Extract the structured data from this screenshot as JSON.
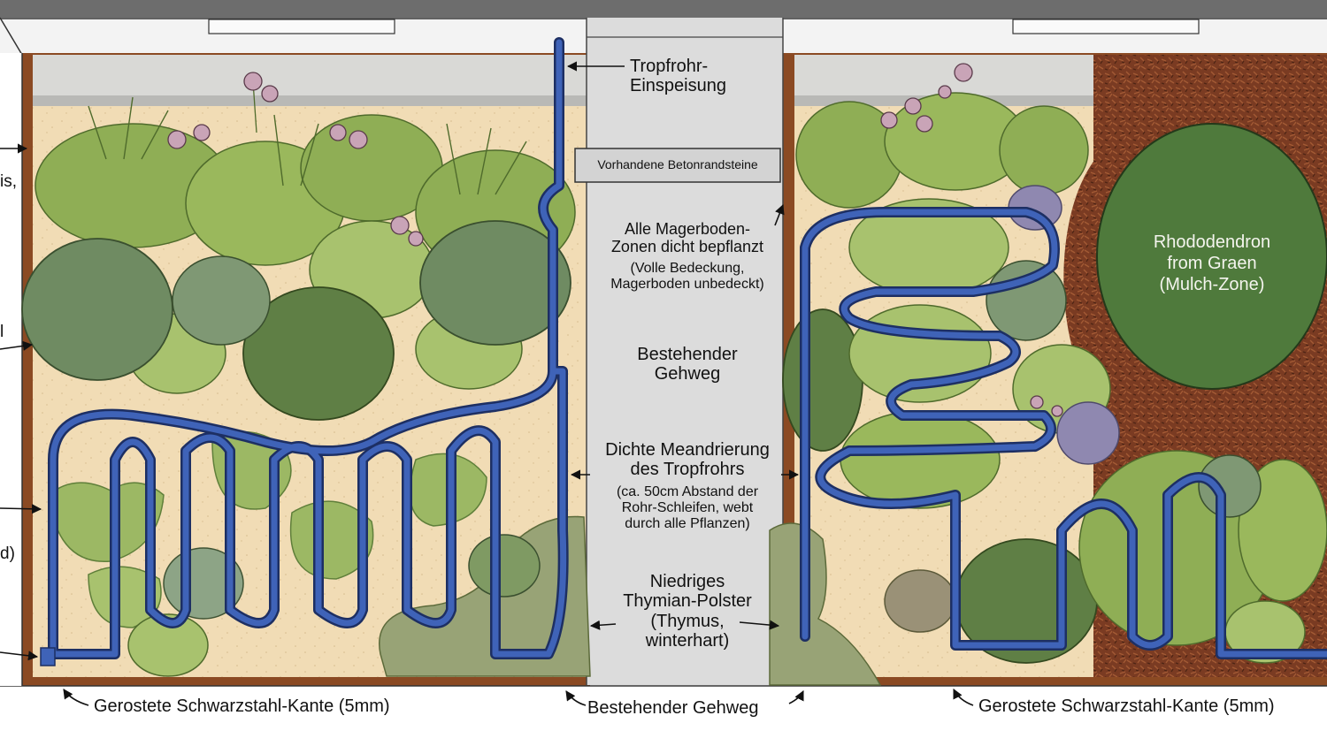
{
  "labels": {
    "tropfrohr_feed": [
      "Tropfrohr-",
      "Einspeisung"
    ],
    "curbstones": "Vorhandene Betonrandsteine",
    "magerboden": [
      "Alle Magerboden-",
      "Zonen dicht bepflanzt"
    ],
    "magerboden_note": [
      "(Volle Bedeckung,",
      "Magerboden unbedeckt)"
    ],
    "sidewalk_center": [
      "Bestehender",
      "Gehweg"
    ],
    "meander": [
      "Dichte Meandrierung",
      "des Tropfrohrs"
    ],
    "meander_note": [
      "(ca. 50cm Abstand der",
      "Rohr-Schleifen, webt",
      "durch alle Pflanzen)"
    ],
    "thymian": [
      "Niedriges",
      "Thymian-Polster",
      "(Thymus,",
      "winterhart)"
    ],
    "rhododendron": [
      "Rhododendron",
      "from Graen",
      "(Mulch-Zone)"
    ],
    "edge_left": "Gerostete Schwarzstahl-Kante (5mm)",
    "sidewalk_bottom": "Bestehender Gehweg",
    "edge_right": "Gerostete Schwarzstahl-Kante (5mm)"
  },
  "left_margin_fragments": [
    "is,",
    "l",
    "d)"
  ],
  "colors": {
    "sand": "#f1dcb5",
    "steel_edge": "#8b4a23",
    "pipe": "#3f63b8",
    "pipe_outline": "#1d2f63",
    "concrete": "#dddddd",
    "mulch": "#7a3b22",
    "rhododendron": "#4f7a3c",
    "grass_green": "#8fae55",
    "shrub_dark": "#5f7f45",
    "allium": "#c9a4b7"
  },
  "icons": [
    "allium-flower-icon",
    "arrow-icon",
    "drip-valve-icon"
  ]
}
